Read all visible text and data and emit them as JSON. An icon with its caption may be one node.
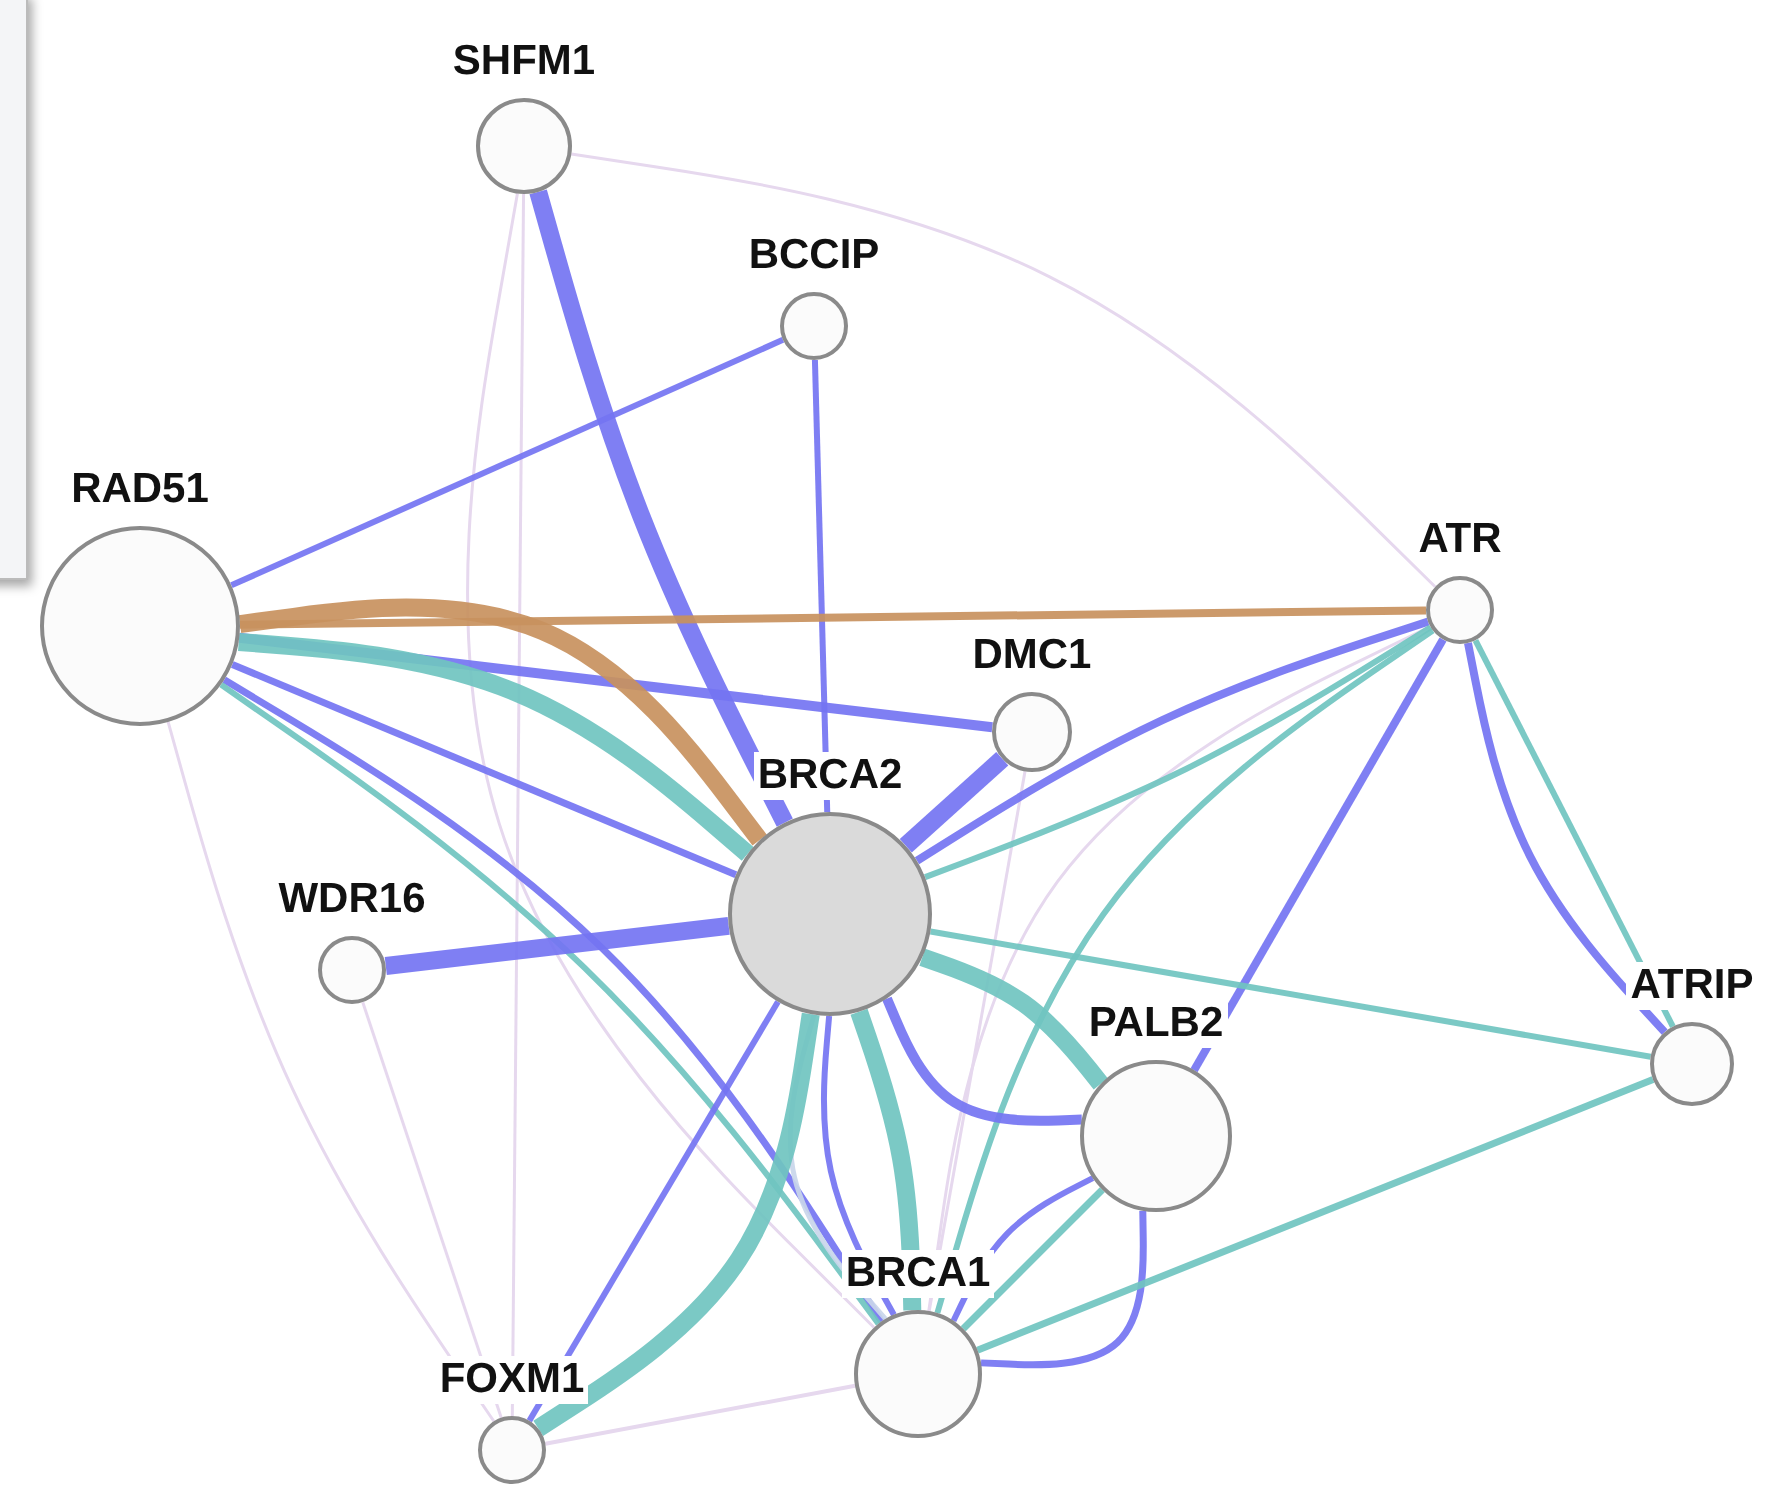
{
  "diagram": {
    "nodes": [
      {
        "text": [
          "SHFM1"
        ]
      },
      {
        "text": [
          "BCCIP"
        ]
      },
      {
        "text": [
          "RAD51"
        ]
      },
      {
        "text": [
          "ATR"
        ]
      },
      {
        "text": [
          "DMC1"
        ]
      },
      {
        "text": [
          "BRCA2"
        ]
      },
      {
        "text": [
          "WDR16"
        ]
      },
      {
        "text": [
          "ATRIP"
        ]
      },
      {
        "text": [
          "PALB2"
        ]
      },
      {
        "text": [
          "BRCA1"
        ]
      },
      {
        "text": [
          "FOXM1"
        ]
      }
    ],
    "edges": [
      {
        "from": 0,
        "to": 5,
        "arrow": "none",
        "style": "thick"
      },
      {
        "from": 0,
        "to": 3,
        "arrow": "none",
        "color": "#e6d8ee"
      },
      {
        "from": 0,
        "to": 10,
        "arrow": "none",
        "color": "#e6d8ee"
      },
      {
        "from": 0,
        "to": 9,
        "arrow": "none",
        "color": "#e6d8ee"
      },
      {
        "from": 1,
        "to": 2,
        "arrow": "none"
      },
      {
        "from": 1,
        "to": 5,
        "arrow": "none"
      },
      {
        "from": 2,
        "to": 3,
        "arrow": "none",
        "color": "#c8915e"
      },
      {
        "from": 2,
        "to": 4,
        "arrow": "none"
      },
      {
        "from": 2,
        "to": 5,
        "arrow": "none",
        "style": "thick",
        "color": "#c8915e"
      },
      {
        "from": 2,
        "to": 5,
        "arrow": "none",
        "style": "thick",
        "color": "#70c4c0"
      },
      {
        "from": 2,
        "to": 5,
        "arrow": "none"
      },
      {
        "from": 2,
        "to": 9,
        "arrow": "none"
      },
      {
        "from": 2,
        "to": 9,
        "arrow": "none",
        "color": "#70c4c0"
      },
      {
        "from": 2,
        "to": 10,
        "arrow": "none",
        "color": "#e6d8ee"
      },
      {
        "from": 4,
        "to": 5,
        "arrow": "none",
        "style": "thick"
      },
      {
        "from": 4,
        "to": 9,
        "arrow": "none",
        "color": "#e6d8ee"
      },
      {
        "from": 3,
        "to": 5,
        "arrow": "none"
      },
      {
        "from": 3,
        "to": 5,
        "arrow": "none",
        "color": "#70c4c0"
      },
      {
        "from": 3,
        "to": 9,
        "arrow": "none",
        "color": "#70c4c0"
      },
      {
        "from": 3,
        "to": 8,
        "arrow": "none"
      },
      {
        "from": 3,
        "to": 9,
        "arrow": "none",
        "color": "#e6d8ee"
      },
      {
        "from": 3,
        "to": 7,
        "arrow": "none",
        "color": "#70c4c0"
      },
      {
        "from": 3,
        "to": 7,
        "arrow": "none"
      },
      {
        "from": 5,
        "to": 6,
        "arrow": "none",
        "style": "thick"
      },
      {
        "from": 5,
        "to": 7,
        "arrow": "none",
        "color": "#70c4c0"
      },
      {
        "from": 5,
        "to": 8,
        "arrow": "none",
        "style": "thick",
        "color": "#70c4c0"
      },
      {
        "from": 5,
        "to": 8,
        "arrow": "none"
      },
      {
        "from": 5,
        "to": 9,
        "arrow": "none",
        "style": "thick",
        "color": "#70c4c0"
      },
      {
        "from": 5,
        "to": 9,
        "arrow": "none"
      },
      {
        "from": 5,
        "to": 9,
        "arrow": "none",
        "color": "#c9d6ea"
      },
      {
        "from": 5,
        "to": 10,
        "arrow": "none",
        "style": "thick",
        "color": "#70c4c0"
      },
      {
        "from": 5,
        "to": 10,
        "arrow": "none"
      },
      {
        "from": 8,
        "to": 9,
        "arrow": "none"
      },
      {
        "from": 8,
        "to": 9,
        "arrow": "none",
        "color": "#70c4c0"
      },
      {
        "from": 8,
        "to": 9,
        "arrow": "none"
      },
      {
        "from": 9,
        "to": 7,
        "arrow": "none",
        "color": "#70c4c0"
      },
      {
        "from": 10,
        "to": 9,
        "arrow": "none",
        "color": "#e6d8ee"
      },
      {
        "from": 6,
        "to": 10,
        "arrow": "none",
        "color": "#e6d8ee"
      }
    ]
  }
}
